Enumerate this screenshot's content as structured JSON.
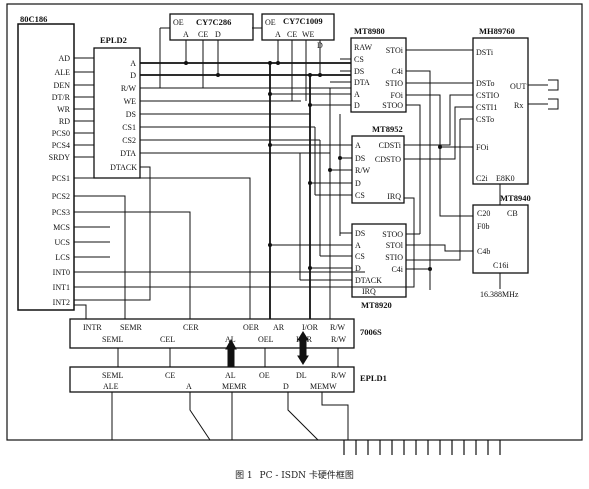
{
  "figure": {
    "caption_num": "图 1",
    "caption_text": "PC - ISDN 卡硬件框图"
  },
  "chips": {
    "cpu": {
      "title": "80C186",
      "pins": [
        "AD",
        "ALE",
        "DEN",
        "DT/R",
        "WR",
        "RD",
        "PCS0",
        "PCS4",
        "SRDY",
        "PCS1",
        "PCS2",
        "PCS3",
        "MCS",
        "UCS",
        "LCS",
        "INT0",
        "INT1",
        "INT2"
      ]
    },
    "epld2": {
      "title": "EPLD2",
      "pins": [
        "A",
        "D",
        "R/W",
        "WE",
        "DS",
        "CS1",
        "CS2",
        "DTA",
        "DTACK"
      ]
    },
    "cy7c286": {
      "title": "CY7C286",
      "pins": [
        "OE",
        "A",
        "CE",
        "D"
      ]
    },
    "cy7c1009": {
      "title": "CY7C1009",
      "pins": [
        "OE",
        "A",
        "CE",
        "WE",
        "D"
      ]
    },
    "mt8980": {
      "title": "MT8980",
      "left_pins": [
        "RAW",
        "CS",
        "DS",
        "DTA",
        "A",
        "D"
      ],
      "right_pins": [
        "STOi",
        "C4i",
        "STIO",
        "FOi",
        "STOO"
      ]
    },
    "mt8952": {
      "title": "MT8952",
      "left_pins": [
        "A",
        "DS",
        "R/W",
        "D",
        "CS"
      ],
      "right_pins": [
        "CDSTi",
        "CDSTO",
        "IRQ"
      ]
    },
    "mt8920": {
      "title": "MT8920",
      "left_pins": [
        "DS",
        "A",
        "CS",
        "D",
        "DTACK",
        "IRQ"
      ],
      "right_pins": [
        "STOO",
        "STOl",
        "STIO",
        "C4i"
      ]
    },
    "mh89760": {
      "title": "MH89760",
      "left_pins": [
        "DSTi",
        "DSTo",
        "CSTIO",
        "CSTI1",
        "CSTo",
        "FOi",
        "C2i"
      ],
      "right_pins": [
        "OUT",
        "Rx",
        "E8K0"
      ]
    },
    "mt8940": {
      "title": "MT8940",
      "pins": [
        "C20",
        "CB",
        "F0b",
        "C4b",
        "C16i"
      ],
      "clock": "16.388MHz"
    },
    "idt7006s": {
      "title": "7006S",
      "top_pins": [
        "INTR",
        "SEMR",
        "CER",
        "OER",
        "AR",
        "I/OR",
        "R/W"
      ],
      "bottom_pins": [
        "SEML",
        "CEL",
        "AL",
        "OEL",
        "I/OR",
        "R/W"
      ]
    },
    "epld1": {
      "title": "EPLD1",
      "top_pins": [
        "SEML",
        "CE",
        "AL",
        "OE",
        "DL",
        "R/W"
      ],
      "bottom_pins": [
        "ALE",
        "A",
        "MEMR",
        "D",
        "MEMW"
      ]
    }
  }
}
